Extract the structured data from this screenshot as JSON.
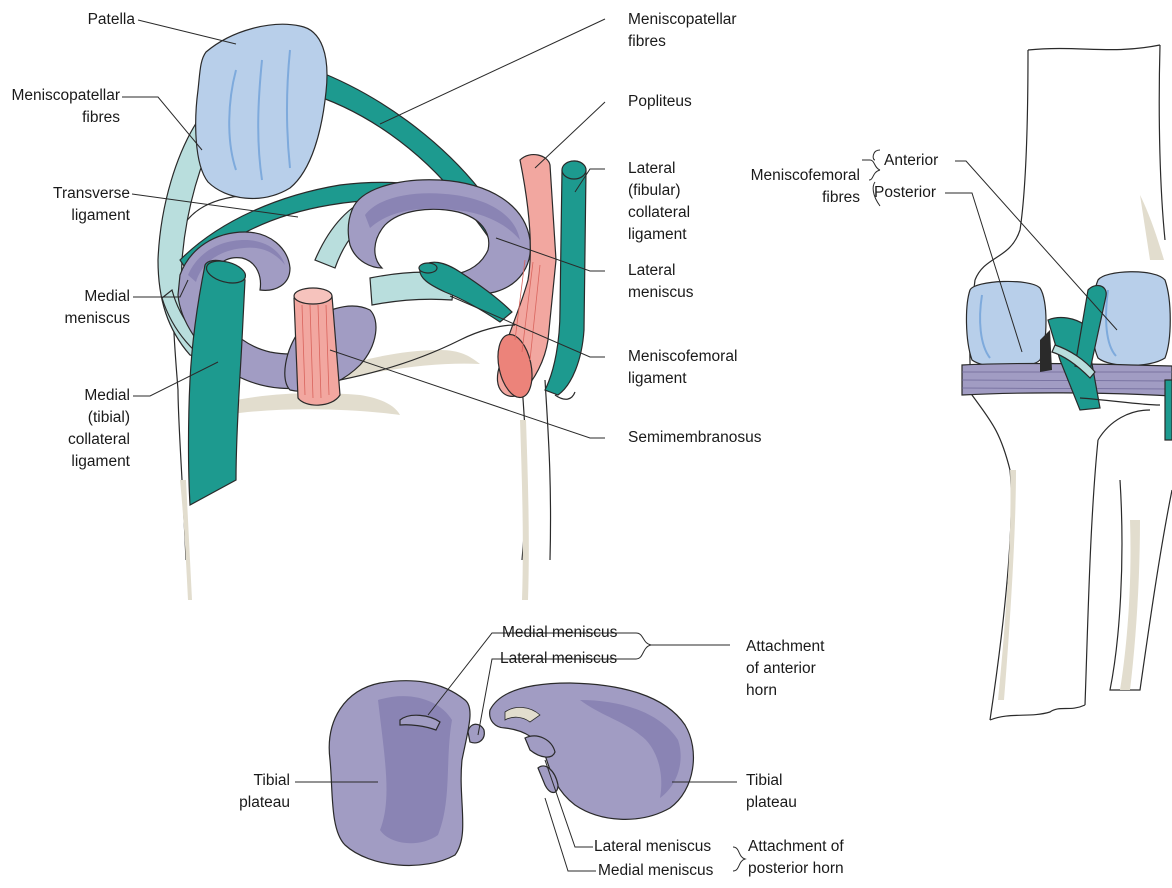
{
  "labels": {
    "patella": "Patella",
    "meniscopatellar_left": "Meniscopatellar\nfibres",
    "meniscopatellar_top": "Meniscopatellar\nfibres",
    "transverse": "Transverse\nligament",
    "medial_meniscus": "Medial\nmeniscus",
    "medial_collateral": "Medial\n(tibial)\ncollateral\nligament",
    "popliteus": "Popliteus",
    "lateral_collateral": "Lateral\n(fibular)\ncollateral\nligament",
    "lateral_meniscus": "Lateral\nmeniscus",
    "meniscofemoral_ligament": "Meniscofemoral\nligament",
    "semimembranosus": "Semimembranosus",
    "meniscofemoral_fibres": "Meniscofemoral\nfibres",
    "anterior": "Anterior",
    "posterior": "Posterior",
    "bottom_medial_meniscus": "Medial meniscus",
    "bottom_lateral_meniscus": "Lateral meniscus",
    "attachment_anterior": "Attachment\nof anterior\nhorn",
    "tibial_plateau_left": "Tibial\nplateau",
    "tibial_plateau_right": "Tibial\nplateau",
    "post_lateral_meniscus": "Lateral meniscus",
    "post_medial_meniscus": "Medial meniscus",
    "attachment_posterior": "Attachment of\nposterior horn"
  },
  "colors": {
    "ligament": "#1d9a8f",
    "ligament_light": "#b9dedd",
    "meniscus": "#a19cc3",
    "meniscus_dark": "#8a84b4",
    "patella": "#b8cfea",
    "muscle": "#f2a7a0",
    "bone_shadow": "#e2ddce",
    "outline": "#2a2a2a"
  }
}
